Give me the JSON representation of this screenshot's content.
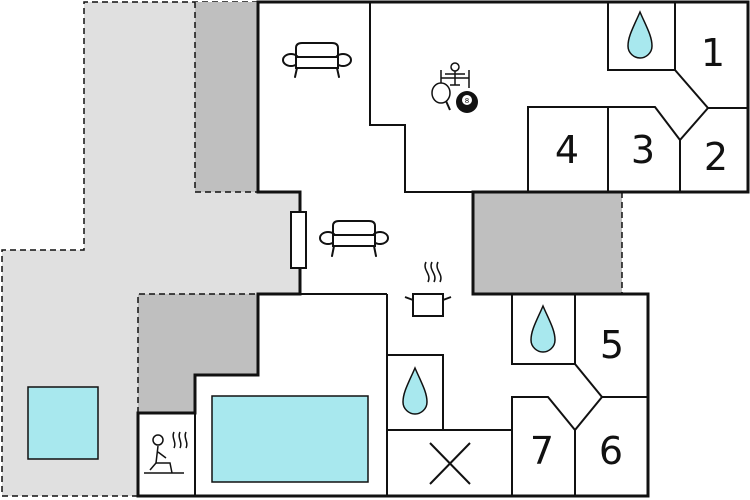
{
  "colors": {
    "terrace": "#e0e0e0",
    "covered": "#bfbfbf",
    "water": "#a8e8ee",
    "wall": "#111111",
    "floor": "#ffffff"
  },
  "rooms": {
    "r1": "1",
    "r2": "2",
    "r3": "3",
    "r4": "4",
    "r5": "5",
    "r6": "6",
    "r7": "7"
  },
  "icons": {
    "sofa": "sofa-icon",
    "games": "table-football-pingpong-billiard-icon",
    "kitchen": "cooking-pot-icon",
    "shower": "water-drop-icon",
    "sauna": "sauna-icon",
    "pool": "swimming-pool-icon",
    "hottub": "whirlpool-icon",
    "storage": "storage-x-icon",
    "door": "door-icon"
  }
}
